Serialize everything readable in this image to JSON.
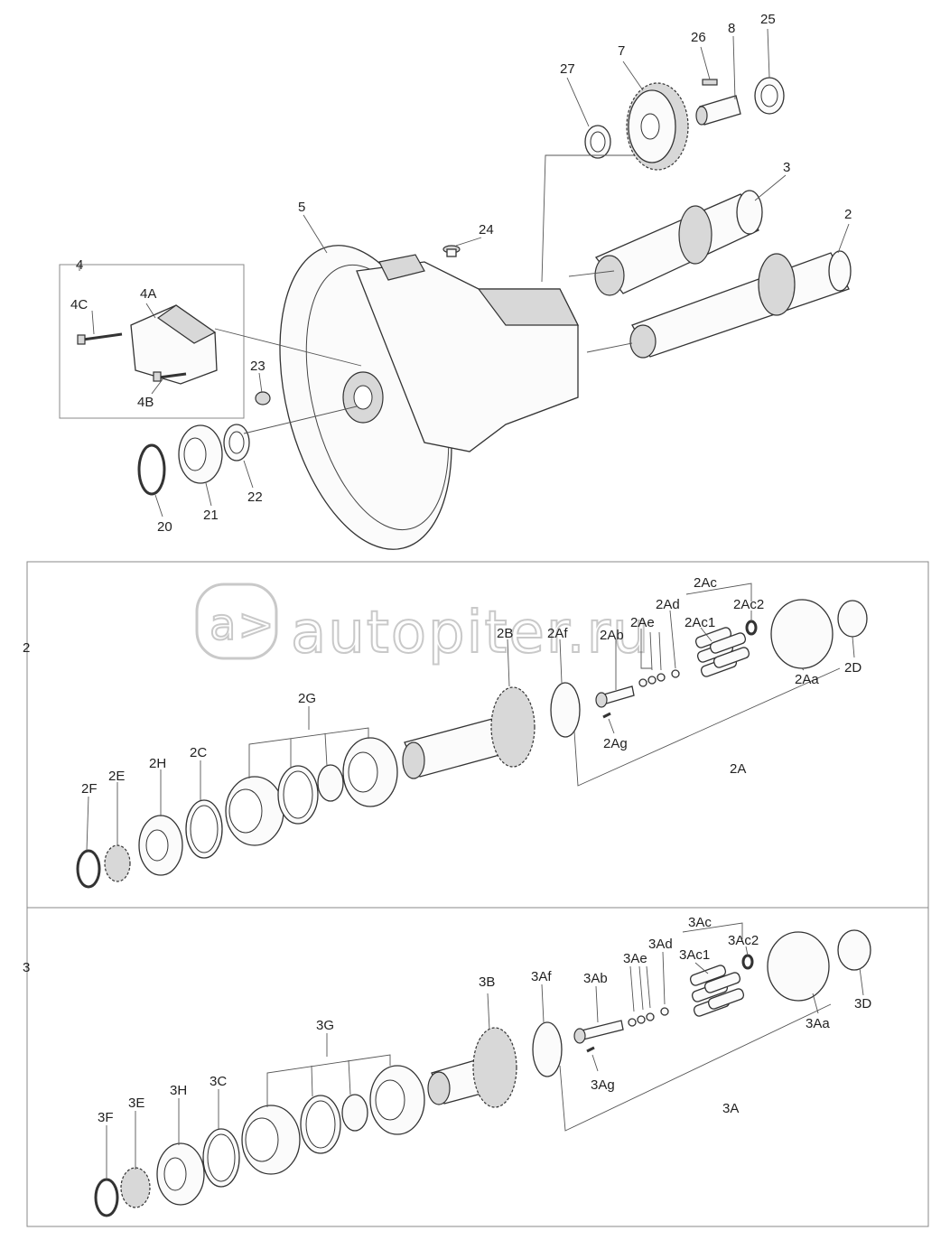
{
  "watermark": "autopiter.ru",
  "labels": {
    "p27": "27",
    "p7": "7",
    "p26": "26",
    "p8": "8",
    "p25": "25",
    "p3": "3",
    "p2": "2",
    "p5": "5",
    "p24": "24",
    "p4": "4",
    "p4A": "4A",
    "p4B": "4B",
    "p4C": "4C",
    "p23": "23",
    "p20": "20",
    "p21": "21",
    "p22": "22",
    "sec2": "2",
    "sec3": "3",
    "s2Ac": "2Ac",
    "s2Ad": "2Ad",
    "s2Ac2": "2Ac2",
    "s2Ae": "2Ae",
    "s2Ac1": "2Ac1",
    "s2Af": "2Af",
    "s2Ab": "2Ab",
    "s2B": "2B",
    "s2Aa": "2Aa",
    "s2D": "2D",
    "s2Ag": "2Ag",
    "s2A": "2A",
    "s2G": "2G",
    "s2C": "2C",
    "s2H": "2H",
    "s2E": "2E",
    "s2F": "2F",
    "s3Ac": "3Ac",
    "s3Ad": "3Ad",
    "s3Ac2": "3Ac2",
    "s3Ae": "3Ae",
    "s3Ac1": "3Ac1",
    "s3Af": "3Af",
    "s3Ab": "3Ab",
    "s3B": "3B",
    "s3Aa": "3Aa",
    "s3D": "3D",
    "s3Ag": "3Ag",
    "s3A": "3A",
    "s3G": "3G",
    "s3C": "3C",
    "s3H": "3H",
    "s3E": "3E",
    "s3F": "3F"
  }
}
